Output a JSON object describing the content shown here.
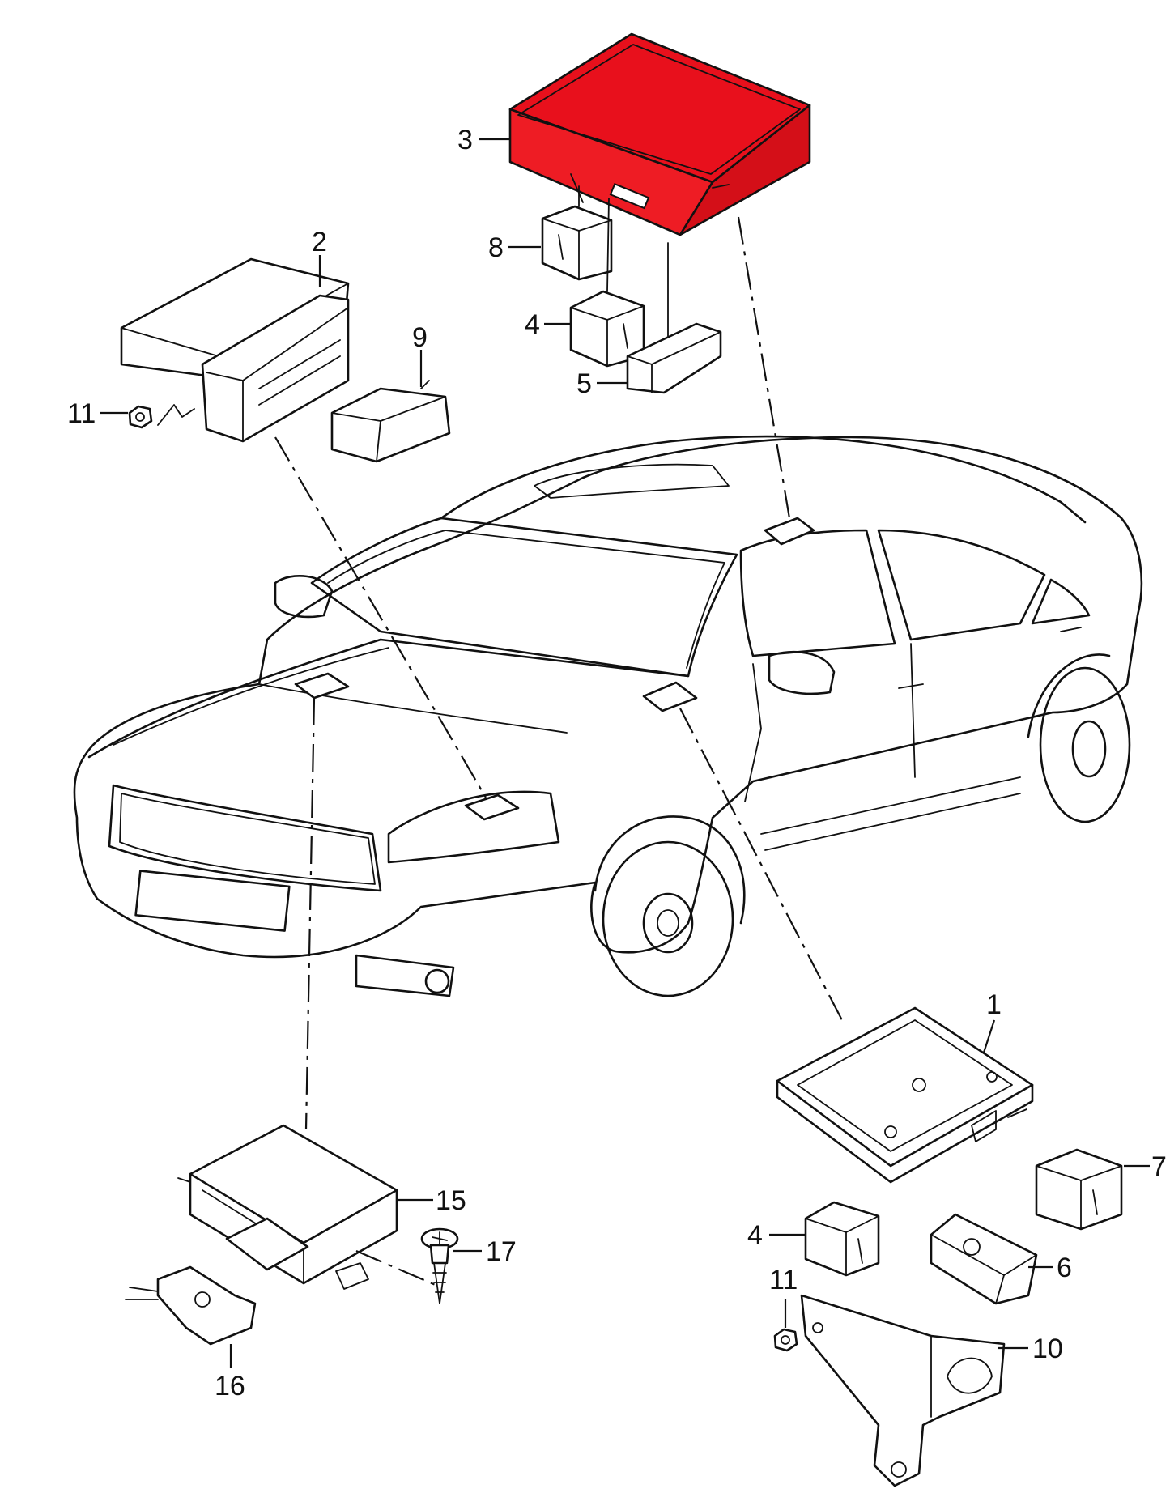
{
  "labels": {
    "p1": "1",
    "p2": "2",
    "p3": "3",
    "p4a": "4",
    "p4b": "4",
    "p5": "5",
    "p6": "6",
    "p7": "7",
    "p8": "8",
    "p9": "9",
    "p10": "10",
    "p11a": "11",
    "p11b": "11",
    "p15": "15",
    "p16": "16",
    "p17": "17"
  },
  "colors": {
    "highlight": "#ee1c24",
    "ink": "#111111",
    "background": "#ffffff"
  },
  "highlighted_part": "3"
}
